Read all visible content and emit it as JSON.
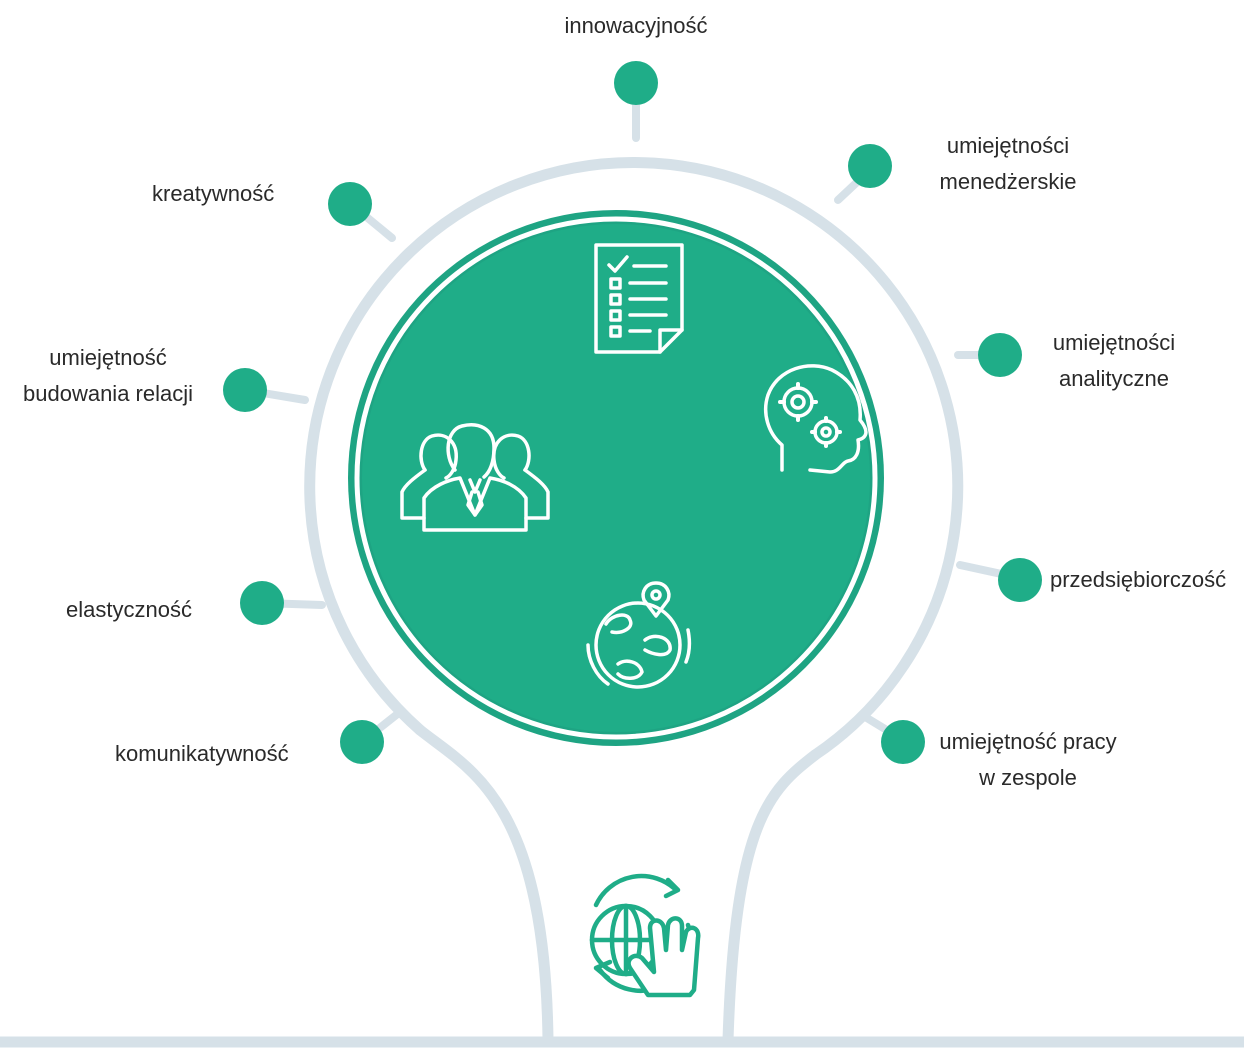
{
  "colors": {
    "ring": "#d6e1e8",
    "accent": "#1fad88",
    "dark_ring": "#1ea483",
    "icon_stroke": "#ffffff",
    "text": "#2a2a2a"
  },
  "skills": {
    "innowacyjnosc": "innowacyjność",
    "menedzerskie": [
      "umiejętności",
      "menedżerskie"
    ],
    "kreatywnosc": "kreatywność",
    "analityczne": [
      "umiejętności",
      "analityczne"
    ],
    "relacje": [
      "umiejętność",
      "budowania relacji"
    ],
    "przedsiebiorczosc": "przedsiębiorczość",
    "elastycznosc": "elastyczność",
    "praca_w_zespole": [
      "umiejętność pracy",
      "w zespole"
    ],
    "komunikatywnosc": "komunikatywność"
  },
  "icons": {
    "center": [
      "checklist-document-icon",
      "head-gears-icon",
      "business-team-icon",
      "globe-location-icon"
    ],
    "bottom": "globe-hand-icon"
  }
}
